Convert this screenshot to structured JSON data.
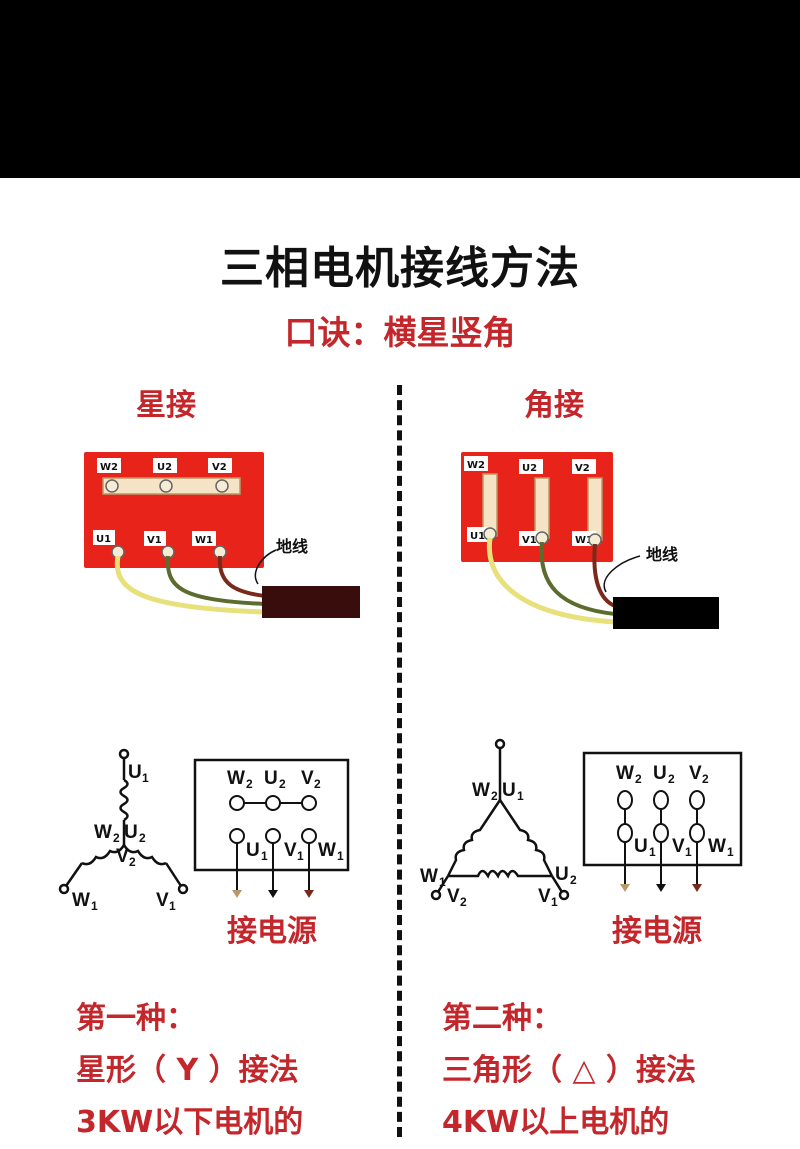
{
  "title": "三相电机接线方法",
  "subtitle": "口诀：横星竖角",
  "star": {
    "heading": "星接",
    "terminals_top": [
      "W2",
      "U2",
      "V2"
    ],
    "terminals_bottom": [
      "U1",
      "V1",
      "W1"
    ],
    "ground_label": "地线",
    "schematic_labels": {
      "top": "U",
      "center_w": "W",
      "center_u": "U",
      "center_v": "V",
      "left": "W",
      "right": "V",
      "sub1": "1",
      "sub2": "2"
    },
    "power_label": "接电源",
    "desc_lines": [
      "第一种：",
      "星形（ Y ）接法",
      "3KW以下电机的"
    ]
  },
  "delta": {
    "heading": "角接",
    "terminals_top": [
      "W2",
      "U2",
      "V2"
    ],
    "terminals_bottom": [
      "U1",
      "V1",
      "W1"
    ],
    "ground_label": "地线",
    "power_label": "接电源",
    "desc_lines": [
      "第二种：",
      "三角形（ △ ）接法",
      "4KW以上电机的"
    ]
  },
  "colors": {
    "accent_red": "#c3272b",
    "board_red": "#e8241a",
    "wire_yellow": "#e8e07a",
    "wire_green": "#5c6b2e",
    "wire_brown": "#7a2a1a"
  }
}
